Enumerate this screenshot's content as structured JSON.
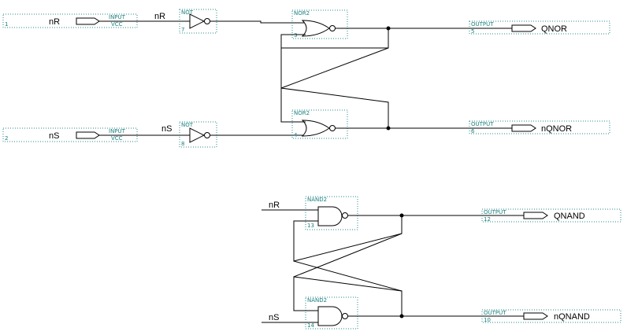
{
  "inputs": [
    {
      "num": "1",
      "name": "nR",
      "type": "INPUT",
      "value": "VCC"
    },
    {
      "num": "2",
      "name": "nS",
      "type": "INPUT",
      "value": "VCC"
    }
  ],
  "net_labels": {
    "nor_top_in": "nR",
    "nor_bottom_in": "nS",
    "nand_top_in": "nR",
    "nand_bottom_in": "nS"
  },
  "gates": {
    "not_top": {
      "type": "NOT",
      "num": "7"
    },
    "not_bottom": {
      "type": "NOT",
      "num": "8"
    },
    "nor_top": {
      "type": "NOR2",
      "num": "3"
    },
    "nor_bottom": {
      "type": "NOR2",
      "num": "4"
    },
    "nand_top": {
      "type": "NAND2",
      "num": "13"
    },
    "nand_bottom": {
      "type": "NAND2",
      "num": "14"
    }
  },
  "outputs": [
    {
      "type": "OUTPUT",
      "num": "5",
      "name": "QNOR"
    },
    {
      "type": "OUTPUT",
      "num": "6",
      "name": "nQNOR"
    },
    {
      "type": "OUTPUT",
      "num": "12",
      "name": "QNAND"
    },
    {
      "type": "OUTPUT",
      "num": "10",
      "name": "nQNAND"
    }
  ]
}
